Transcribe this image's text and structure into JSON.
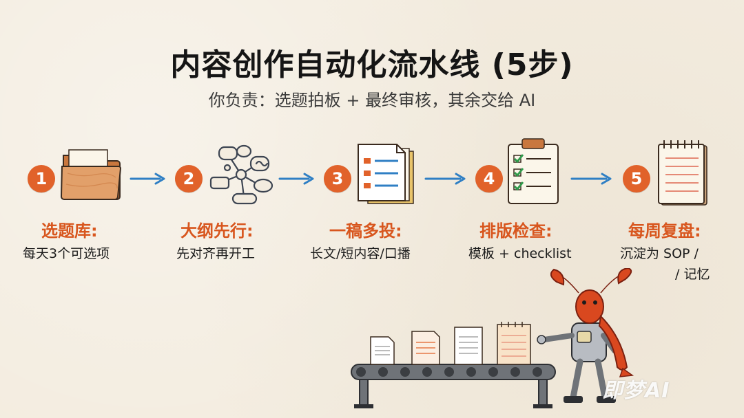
{
  "header": {
    "title": "内容创作自动化流水线 (5步)",
    "subtitle": "你负责：选题拍板 + 最终审核，其余交给 AI"
  },
  "steps": [
    {
      "number": "1",
      "title": "选题库:",
      "desc": "每天3个可选项",
      "icon": "folder-icon"
    },
    {
      "number": "2",
      "title": "大纲先行:",
      "desc": "先对齐再开工",
      "icon": "mind-map-icon"
    },
    {
      "number": "3",
      "title": "一稿多投:",
      "desc": "长文/短内容/口播",
      "icon": "document-stack-icon"
    },
    {
      "number": "4",
      "title": "排版检查:",
      "desc": "模板 + checklist",
      "icon": "clipboard-checklist-icon"
    },
    {
      "number": "5",
      "title": "每周复盘:",
      "desc": "沉淀为 SOP /",
      "desc2": "/ 记忆",
      "icon": "notebook-icon"
    }
  ],
  "watermark": "即梦AI",
  "colors": {
    "accent": "#e1622a",
    "arrow": "#2f7fc4",
    "background": "#f3ecdf"
  }
}
